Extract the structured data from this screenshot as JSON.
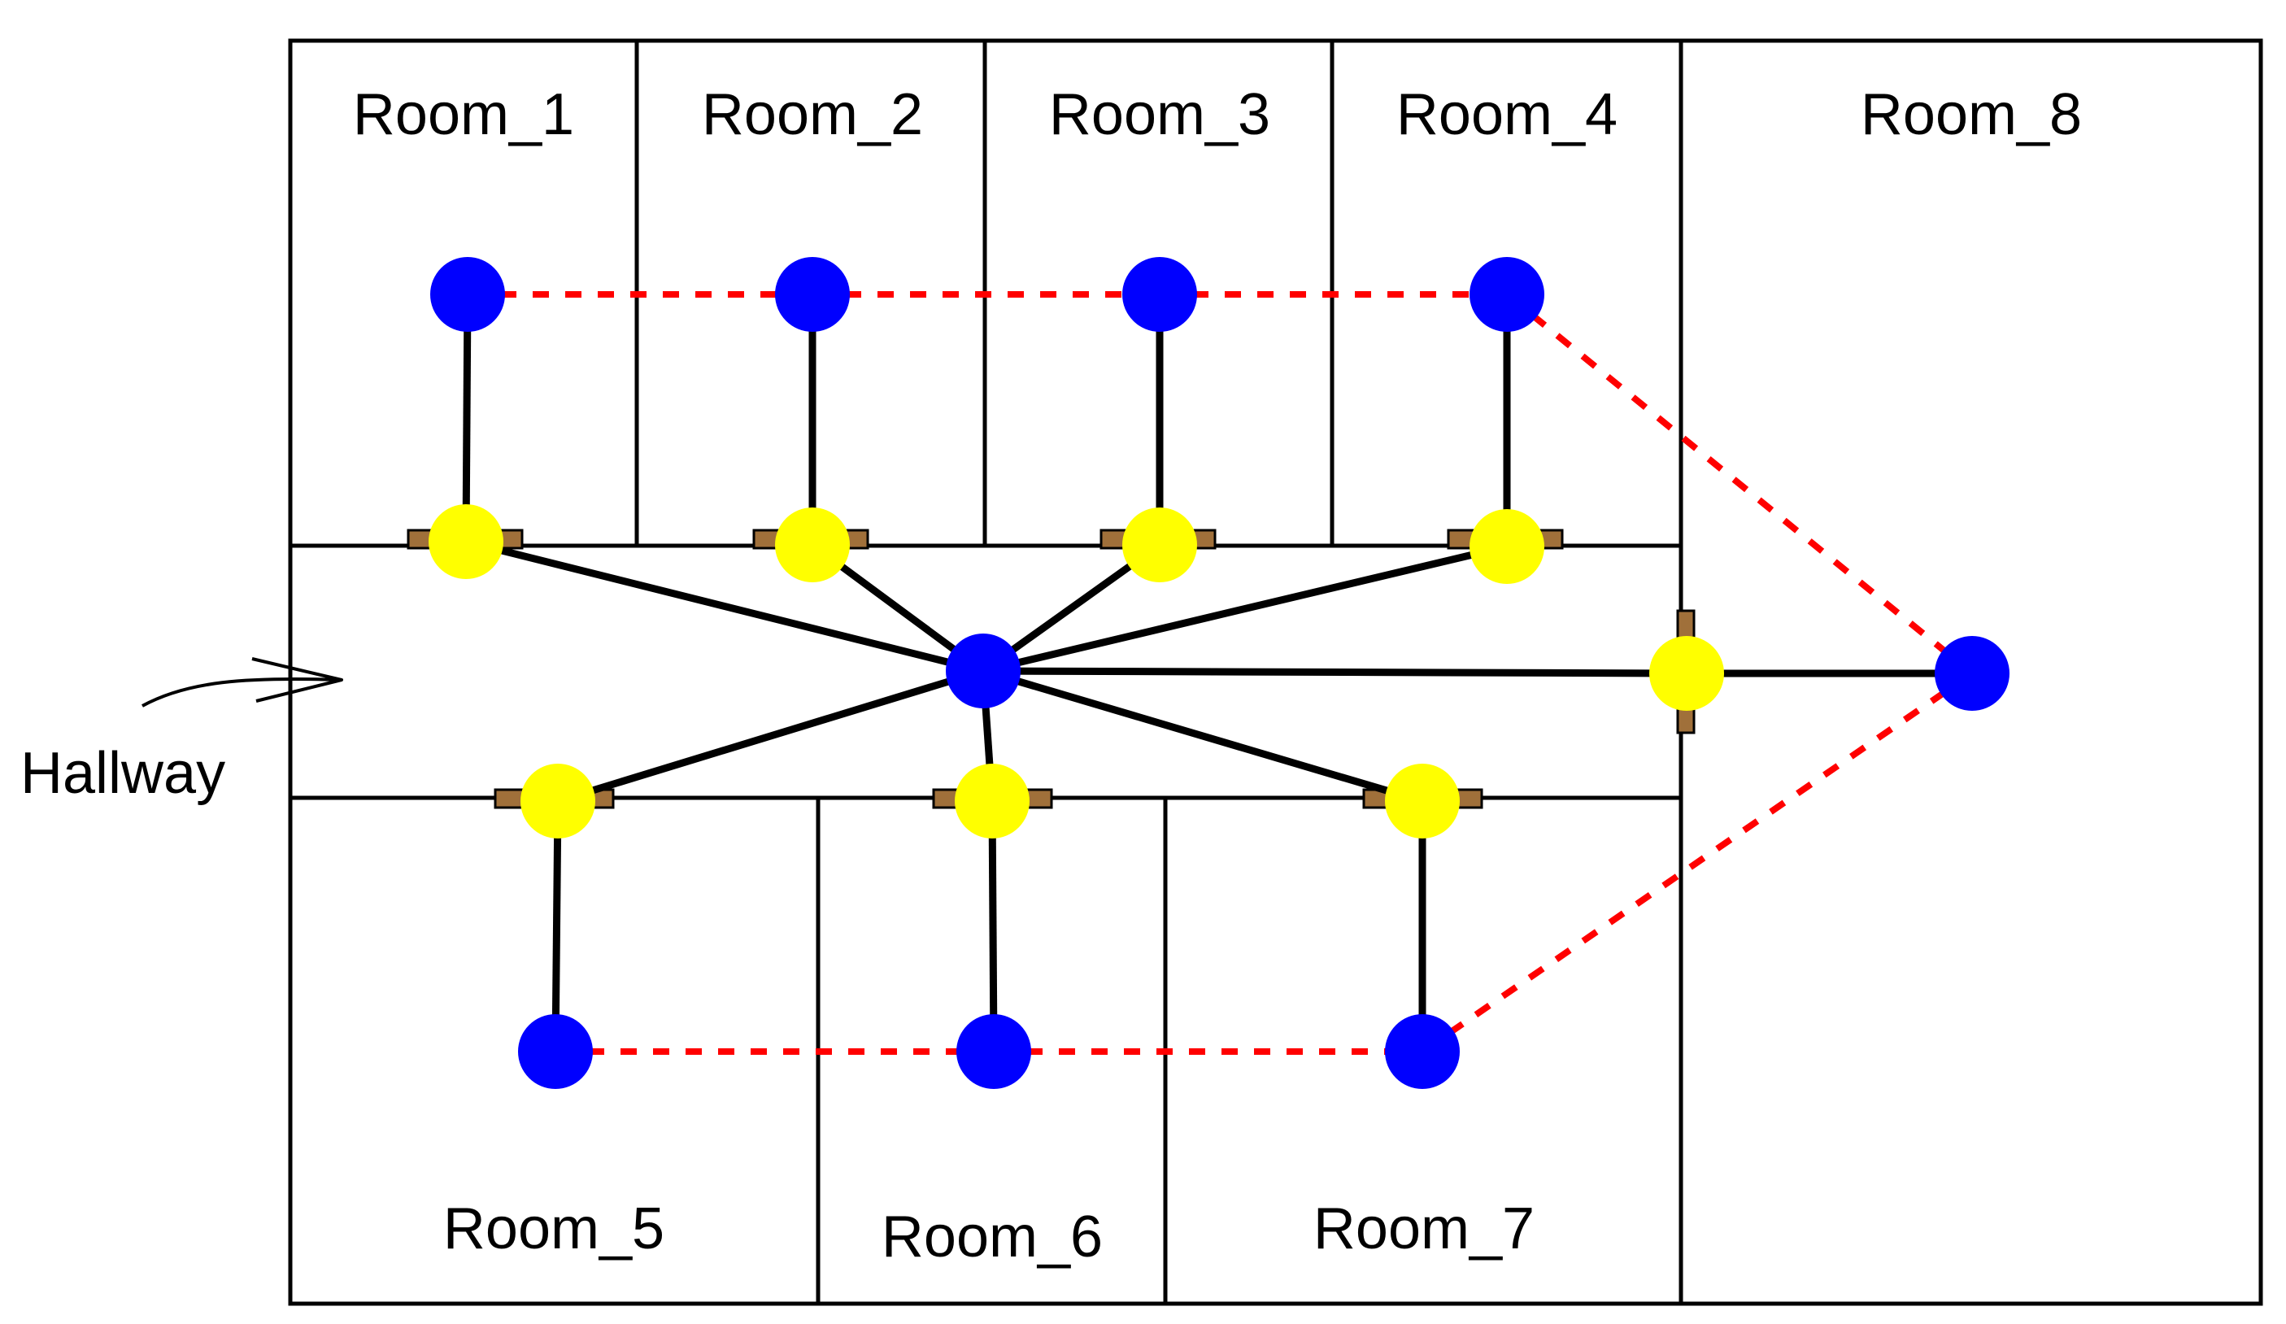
{
  "rooms": [
    {
      "id": "room1",
      "label": "Room_1"
    },
    {
      "id": "room2",
      "label": "Room_2"
    },
    {
      "id": "room3",
      "label": "Room_3"
    },
    {
      "id": "room4",
      "label": "Room_4"
    },
    {
      "id": "room5",
      "label": "Room_5"
    },
    {
      "id": "room6",
      "label": "Room_6"
    },
    {
      "id": "room7",
      "label": "Room_7"
    },
    {
      "id": "room8",
      "label": "Room_8"
    }
  ],
  "hallway": {
    "label": "Hallway"
  },
  "graph": {
    "room_nodes": [
      "room1",
      "room2",
      "room3",
      "room4",
      "room5",
      "room6",
      "room7",
      "room8",
      "hallway"
    ],
    "door_nodes": [
      "door1",
      "door2",
      "door3",
      "door4",
      "door5",
      "door6",
      "door7",
      "door8"
    ],
    "solid_edges": [
      [
        "room1",
        "door1"
      ],
      [
        "room2",
        "door2"
      ],
      [
        "room3",
        "door3"
      ],
      [
        "room4",
        "door4"
      ],
      [
        "room5",
        "door5"
      ],
      [
        "room6",
        "door6"
      ],
      [
        "room7",
        "door7"
      ],
      [
        "room8",
        "door8"
      ],
      [
        "hallway",
        "door1"
      ],
      [
        "hallway",
        "door2"
      ],
      [
        "hallway",
        "door3"
      ],
      [
        "hallway",
        "door4"
      ],
      [
        "hallway",
        "door5"
      ],
      [
        "hallway",
        "door6"
      ],
      [
        "hallway",
        "door7"
      ],
      [
        "hallway",
        "door8"
      ]
    ],
    "dashed_edges": [
      [
        "room1",
        "room2"
      ],
      [
        "room2",
        "room3"
      ],
      [
        "room3",
        "room4"
      ],
      [
        "room4",
        "room8"
      ],
      [
        "room5",
        "room6"
      ],
      [
        "room6",
        "room7"
      ],
      [
        "room7",
        "room8"
      ]
    ]
  },
  "colors": {
    "room_node": "#0000ff",
    "door_node": "#ffff00",
    "door_frame": "#a0703a",
    "solid_edge": "#000000",
    "dashed_edge": "#ff0000",
    "wall": "#000000"
  }
}
